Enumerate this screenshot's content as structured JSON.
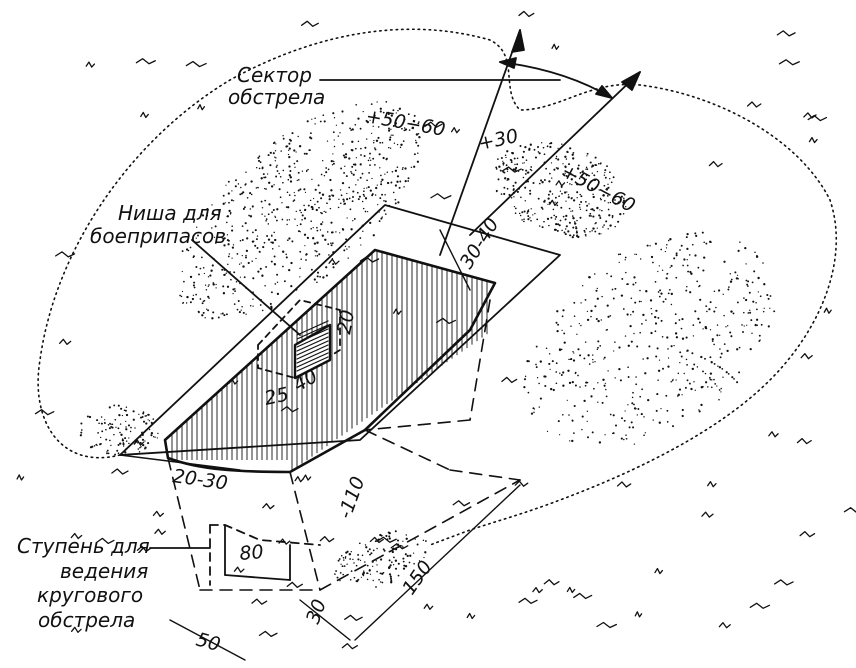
{
  "labels": {
    "sector_line1": "Сектор",
    "sector_line2": "обстрела",
    "niche_line1": "Ниша для",
    "niche_line2": "боеприпасов",
    "step_line1": "Ступень для",
    "step_line2": "ведения",
    "step_line3": "кругового",
    "step_line4": "обстрела"
  },
  "dimensions": {
    "parapet_left": "+50÷60",
    "parapet_right": "+50÷60",
    "front": "+30",
    "berm": "30-40",
    "niche_height": "20",
    "niche_width": "40",
    "niche_depth": "25",
    "edge": "20-30",
    "depth": "-110",
    "length": "150",
    "step_height": "80",
    "step_depth": "30",
    "step_width": "50"
  },
  "colors": {
    "ink": "#111111",
    "paper": "#ffffff"
  }
}
